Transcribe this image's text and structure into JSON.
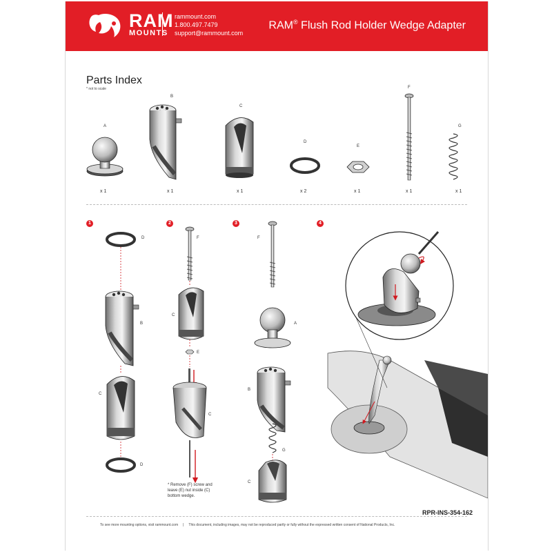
{
  "header": {
    "logo_top": "RAM",
    "logo_bottom": "MOUNTS",
    "website": "rammount.com",
    "phone": "1.800.497.7479",
    "email": "support@rammount.com",
    "title_brand": "RAM",
    "title_mark": "®",
    "title_rest": " Flush Rod Holder Wedge Adapter"
  },
  "parts": {
    "title": "Parts Index",
    "note": "* not to scale",
    "items": [
      {
        "letter": "A",
        "qty": "x 1"
      },
      {
        "letter": "B",
        "qty": "x 1"
      },
      {
        "letter": "C",
        "qty": "x 1"
      },
      {
        "letter": "D",
        "qty": "x 2"
      },
      {
        "letter": "E",
        "qty": "x 1"
      },
      {
        "letter": "F",
        "qty": "x 1"
      },
      {
        "letter": "G",
        "qty": "x 1"
      }
    ]
  },
  "steps": [
    "1",
    "2",
    "3",
    "4"
  ],
  "callouts": {
    "s1": [
      "D",
      "B",
      "C",
      "D"
    ],
    "s2": [
      "F",
      "C",
      "E",
      "C"
    ],
    "s3": [
      "F",
      "A",
      "B",
      "G",
      "C"
    ]
  },
  "note": "* Remove (F) screw and leave (E) nut inside (C) bottom wedge.",
  "doc_id": "RPR-INS-354-162",
  "footer": {
    "left": "To see more mounting options, visit rammount.com",
    "right": "This document, including images, may not be reproduced partly or fully without the expressed written consent of National Products, Inc."
  },
  "colors": {
    "brand_red": "#e21e26",
    "arrow_red": "#d0191f"
  }
}
